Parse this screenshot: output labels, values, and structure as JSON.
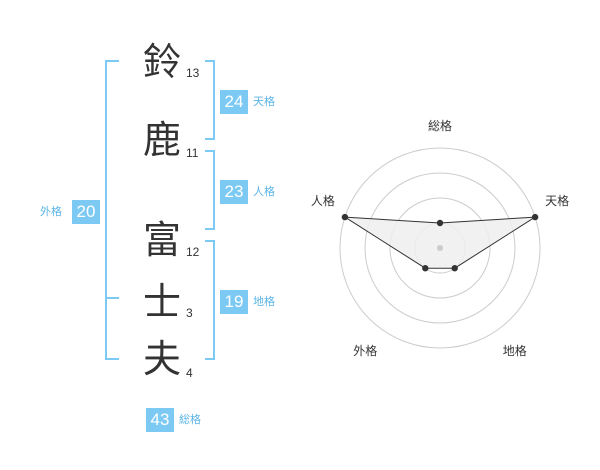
{
  "name": {
    "characters": [
      {
        "char": "鈴",
        "strokes": "13"
      },
      {
        "char": "鹿",
        "strokes": "11"
      },
      {
        "char": "富",
        "strokes": "12"
      },
      {
        "char": "士",
        "strokes": "3"
      },
      {
        "char": "夫",
        "strokes": "4"
      }
    ]
  },
  "fortunes": {
    "tenkaku": {
      "value": "24",
      "label": "天格"
    },
    "jinkaku": {
      "value": "23",
      "label": "人格"
    },
    "chikaku": {
      "value": "19",
      "label": "地格"
    },
    "gaikaku": {
      "value": "20",
      "label": "外格"
    },
    "soukaku": {
      "value": "43",
      "label": "総格"
    }
  },
  "colors": {
    "accent": "#7ccaf4",
    "accent_text": "#5bb5e6",
    "radar_fill": "#eeeeee",
    "radar_line": "#333333",
    "grid": "#cccccc"
  },
  "chart_data": {
    "type": "radar",
    "axes": [
      "総格",
      "天格",
      "地格",
      "外格",
      "人格"
    ],
    "rings": 4,
    "max": 4,
    "values": [
      1,
      4,
      1,
      1,
      4
    ]
  }
}
